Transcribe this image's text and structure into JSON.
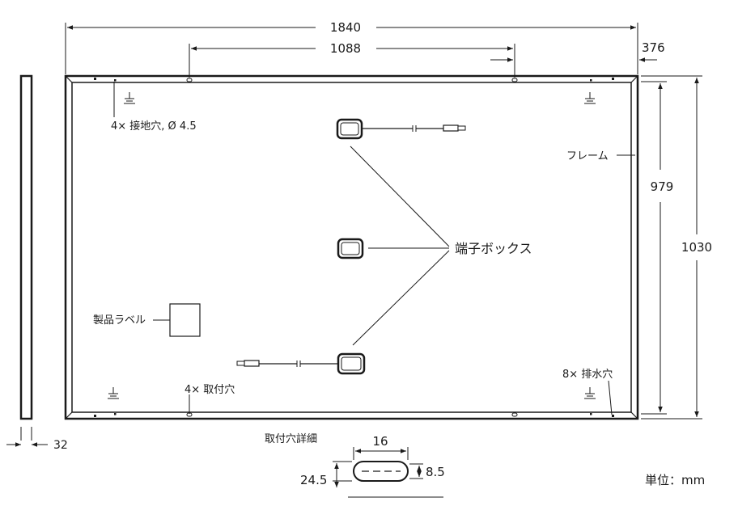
{
  "dimensions": {
    "overall_width": "1840",
    "hole_spacing": "1088",
    "hole_offset": "376",
    "hole_offset_vertical": "979",
    "overall_height": "1030",
    "frame_thickness": "32",
    "slot_length": "16",
    "slot_height_outer": "24.5",
    "slot_height_inner": "8.5"
  },
  "labels": {
    "ground_holes": "4× 接地穴, Ø 4.5",
    "frame": "フレーム",
    "junction_box": "端子ボックス",
    "product_label": "製品ラベル",
    "mounting_holes": "4× 取付穴",
    "drain_holes": "8× 排水穴",
    "mounting_hole_detail": "取付穴詳細",
    "unit": "単位：mm"
  }
}
